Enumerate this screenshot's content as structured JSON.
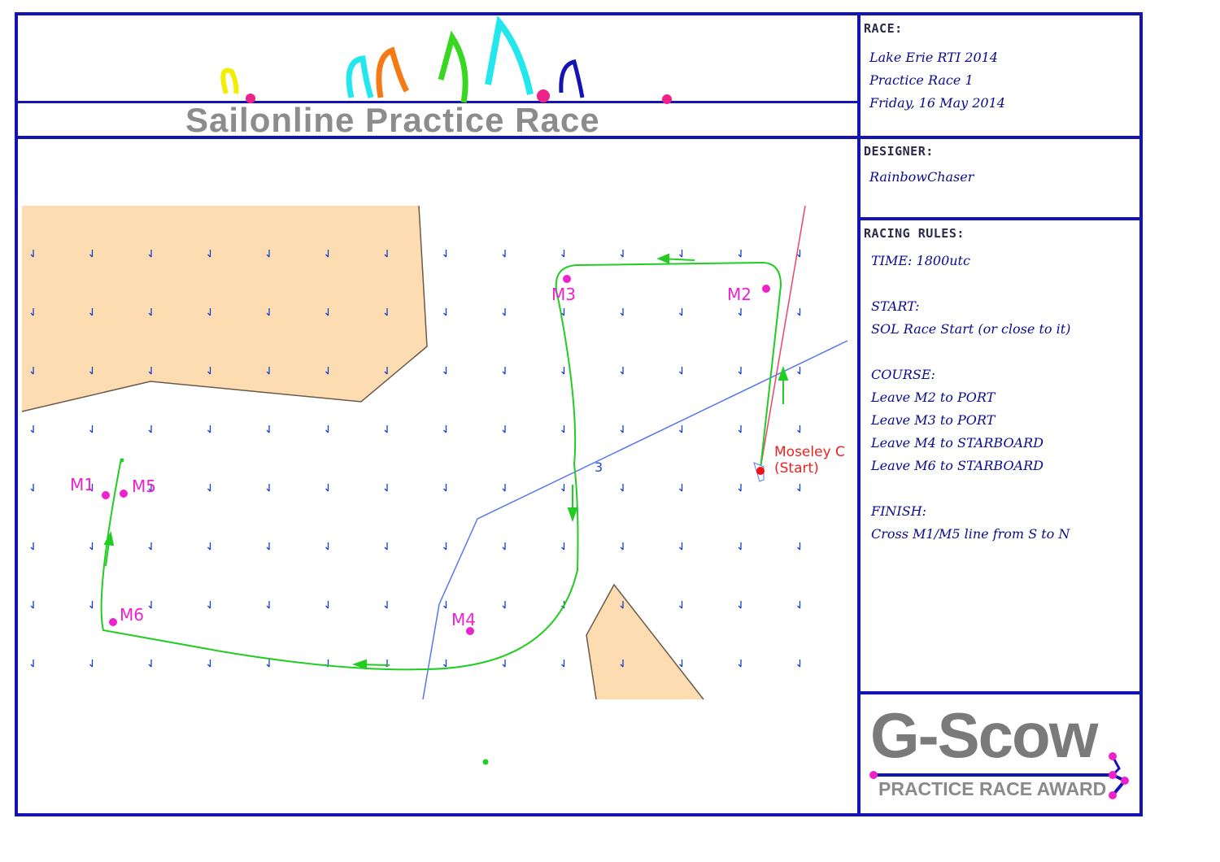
{
  "header": {
    "banner_title": "Sailonline Practice Race"
  },
  "race_panel": {
    "title": "RACE:",
    "lines": [
      "Lake Erie RTI 2014",
      "Practice Race 1",
      "Friday, 16 May 2014"
    ]
  },
  "designer_panel": {
    "title": "DESIGNER:",
    "name": "RainbowChaser"
  },
  "rules_panel": {
    "title": "RACING RULES:",
    "time": "TIME: 1800utc",
    "start_label": "START:",
    "start_text": "SOL Race Start (or close to it)",
    "course_label": "COURSE:",
    "course_lines": [
      "Leave M2 to PORT",
      "Leave M3 to PORT",
      "Leave M4 to STARBOARD",
      "Leave M6 to STARBOARD"
    ],
    "finish_label": "FINISH:",
    "finish_text": "Cross M1/M5 line from S to N"
  },
  "award": {
    "title": "G-Scow",
    "subtitle": "PRACTICE RACE AWARD"
  },
  "map": {
    "marks": [
      "M1",
      "M2",
      "M3",
      "M4",
      "M5",
      "M6"
    ],
    "start_label_1": "Moseley C",
    "start_label_2": "(Start)",
    "isochrone_label": "3",
    "colors": {
      "route": "#22cc22",
      "marks": "#ee22cc",
      "land": "#fcdcb0",
      "wind": "#1a3fcc",
      "rhumb": "#5577ee",
      "start_line": "#ee4466"
    }
  }
}
